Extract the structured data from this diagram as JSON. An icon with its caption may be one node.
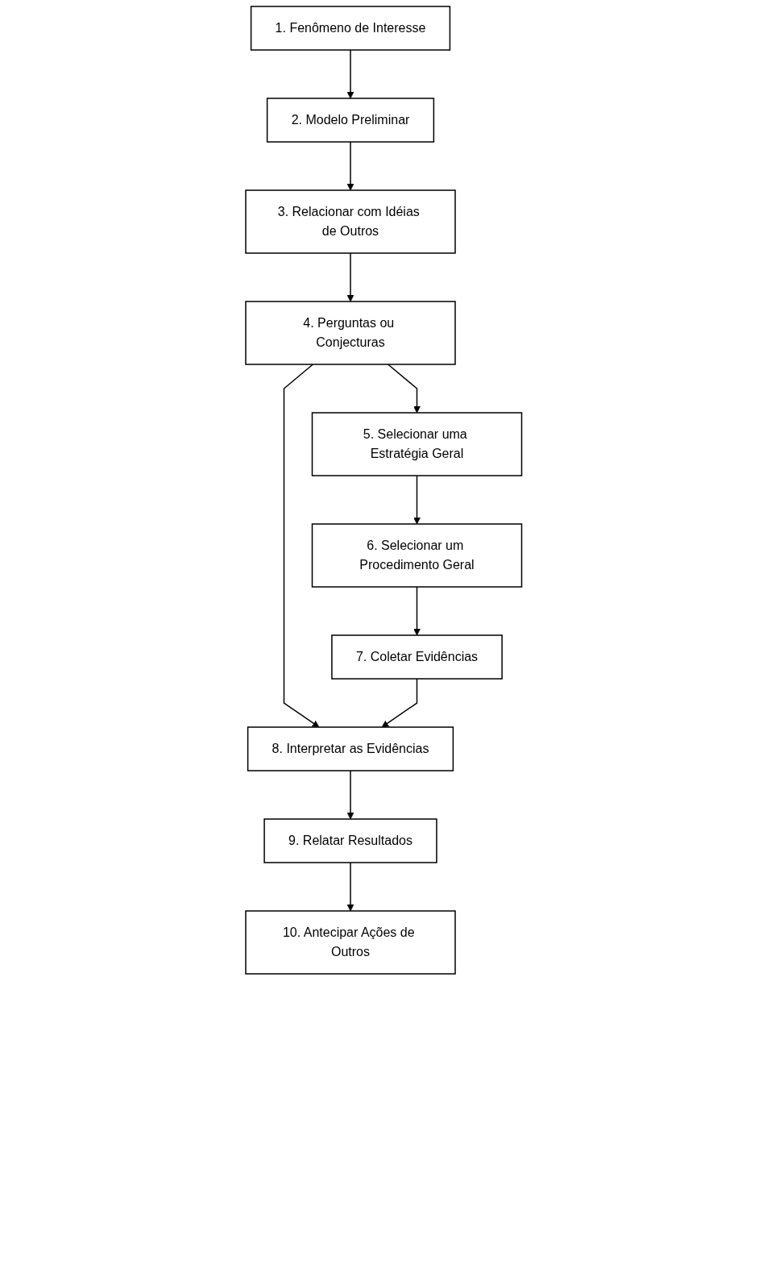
{
  "diagram": {
    "nodes": [
      {
        "text": [
          "1. Fenômeno de Interesse"
        ]
      },
      {
        "text": [
          "2. Modelo Preliminar"
        ]
      },
      {
        "text": [
          "3. Relacionar com Idéias de Outros"
        ]
      },
      {
        "text": [
          "4. Perguntas ou Conjecturas"
        ]
      },
      {
        "text": [
          "5. Selecionar uma Estratégia Geral"
        ]
      },
      {
        "text": [
          "6. Selecionar um Procedimento Geral"
        ]
      },
      {
        "text": [
          "7. Coletar Evidências"
        ]
      },
      {
        "text": [
          "8. Interpretar as Evidências"
        ]
      },
      {
        "text": [
          "9. Relatar Resultados"
        ]
      },
      {
        "text": [
          "10. Antecipar Ações de Outros"
        ]
      }
    ],
    "edges": [
      {
        "from": 0,
        "to": 1,
        "arrow": "to"
      },
      {
        "from": 1,
        "to": 2,
        "arrow": "to"
      },
      {
        "from": 2,
        "to": 3,
        "arrow": "to"
      },
      {
        "from": 3,
        "to": 4,
        "arrow": "to"
      },
      {
        "from": 4,
        "to": 5,
        "arrow": "to"
      },
      {
        "from": 5,
        "to": 6,
        "arrow": "to"
      },
      {
        "from": 3,
        "to": 7,
        "arrow": "to"
      },
      {
        "from": 6,
        "to": 7,
        "arrow": "to"
      },
      {
        "from": 7,
        "to": 8,
        "arrow": "to"
      },
      {
        "from": 8,
        "to": 9,
        "arrow": "to"
      }
    ]
  }
}
